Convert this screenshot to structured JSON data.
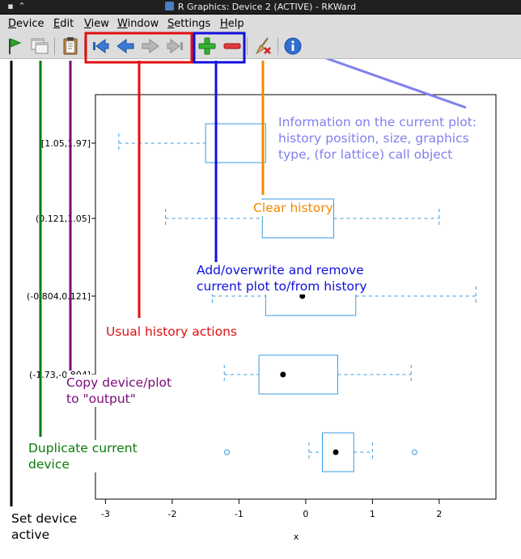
{
  "window": {
    "title": "R Graphics: Device 2 (ACTIVE) - RKWard"
  },
  "menubar": {
    "items": [
      {
        "label": "Device",
        "mnemonic": "D",
        "rest": "evice"
      },
      {
        "label": "Edit",
        "mnemonic": "E",
        "rest": "dit"
      },
      {
        "label": "View",
        "mnemonic": "V",
        "rest": "iew"
      },
      {
        "label": "Window",
        "mnemonic": "W",
        "rest": "indow"
      },
      {
        "label": "Settings",
        "mnemonic": "S",
        "rest": "ettings"
      },
      {
        "label": "Help",
        "mnemonic": "H",
        "rest": "elp"
      }
    ]
  },
  "toolbar": {
    "buttons": [
      {
        "name": "set-active-button",
        "icon": "green-flag-icon"
      },
      {
        "name": "duplicate-device-button",
        "icon": "duplicate-window-icon"
      },
      {
        "name": "copy-to-output-button",
        "icon": "clipboard-icon"
      },
      {
        "name": "first-plot-button",
        "icon": "first-arrow-icon"
      },
      {
        "name": "previous-plot-button",
        "icon": "previous-arrow-icon"
      },
      {
        "name": "next-plot-button",
        "icon": "next-arrow-icon"
      },
      {
        "name": "last-plot-button",
        "icon": "last-arrow-icon"
      },
      {
        "name": "add-to-history-button",
        "icon": "plus-icon"
      },
      {
        "name": "remove-from-history-button",
        "icon": "minus-icon"
      },
      {
        "name": "clear-history-button",
        "icon": "broom-icon"
      },
      {
        "name": "plot-info-button",
        "icon": "info-icon"
      }
    ],
    "highlight_colors": {
      "history": "#e01010",
      "add_remove": "#1010dd"
    }
  },
  "chart_data": {
    "type": "boxplot",
    "categories": [
      "[1.05,1.97]",
      "(0.121,1.05]",
      "(-0.804,0.121]",
      "(-1.73,-0.804]",
      ""
    ],
    "category_labels_shown": [
      "[1.05,1.97]",
      "(0.121,1.05]",
      "(-0.804,0.121]",
      "(-1.73,-0.804]"
    ],
    "boxes": [
      {
        "whisker_low": -2.8,
        "q1": -1.5,
        "median": null,
        "q3": -0.6,
        "whisker_high": null
      },
      {
        "whisker_low": -2.1,
        "q1": -0.65,
        "median": null,
        "q3": 0.42,
        "whisker_high": 2.0
      },
      {
        "whisker_low": -1.4,
        "q1": -0.6,
        "median": -0.05,
        "q3": 0.75,
        "whisker_high": 2.55
      },
      {
        "whisker_low": -1.22,
        "q1": -0.7,
        "median": -0.34,
        "q3": 0.48,
        "whisker_high": 1.58
      },
      {
        "whisker_low": 0.05,
        "q1": 0.25,
        "median": 0.45,
        "q3": 0.72,
        "whisker_high": 1.0,
        "outliers": [
          -1.18,
          1.63
        ]
      }
    ],
    "xlabel": "x",
    "x_ticks": [
      -3,
      -2,
      -1,
      0,
      1,
      2
    ],
    "xlim": [
      -3.15,
      2.85
    ],
    "box_color": "#3a9be0",
    "median_color": "#000000"
  },
  "annotations": {
    "set_active": [
      "Set device",
      "active"
    ],
    "duplicate": [
      "Duplicate current",
      "device"
    ],
    "copy": [
      "Copy device/plot",
      "to \"output\""
    ],
    "history": "Usual history actions",
    "add_remove": [
      "Add/overwrite and remove",
      "current plot to/from history"
    ],
    "clear": "Clear history",
    "info": [
      "Information on the current plot:",
      "history position, size, graphics",
      "type, (for lattice) call object"
    ],
    "colors": {
      "black": "#000000",
      "green": "#0a7a0a",
      "purple": "#7a0a7a",
      "red": "#e01010",
      "blue": "#1010dd",
      "orange": "#f08a00",
      "lavender": "#8080ee"
    }
  }
}
